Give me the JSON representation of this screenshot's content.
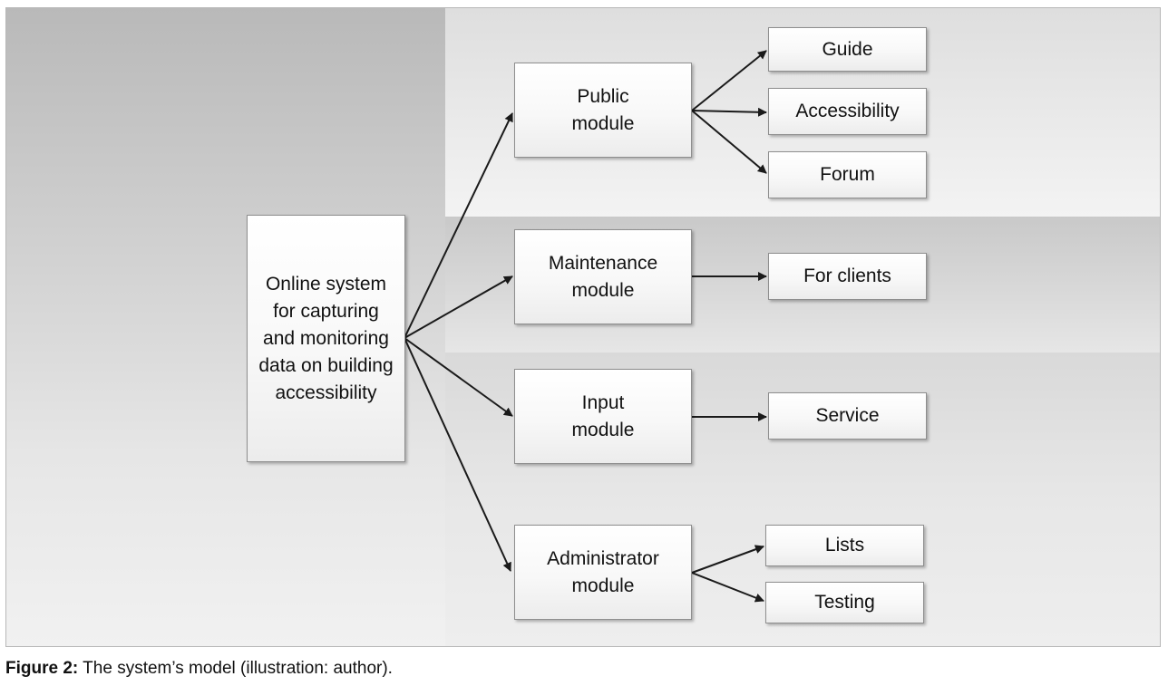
{
  "diagram": {
    "root": {
      "label": "Online system\nfor capturing\nand monitoring\ndata on building\naccessibility"
    },
    "modules": [
      {
        "label": "Public\nmodule",
        "children": [
          "Guide",
          "Accessibility",
          "Forum"
        ]
      },
      {
        "label": "Maintenance\nmodule",
        "children": [
          "For clients"
        ]
      },
      {
        "label": "Input\nmodule",
        "children": [
          "Service"
        ]
      },
      {
        "label": "Administrator\nmodule",
        "children": [
          "Lists",
          "Testing"
        ]
      }
    ]
  },
  "caption": {
    "label": "Figure 2:",
    "text": " The system’s model (illustration: author)."
  }
}
